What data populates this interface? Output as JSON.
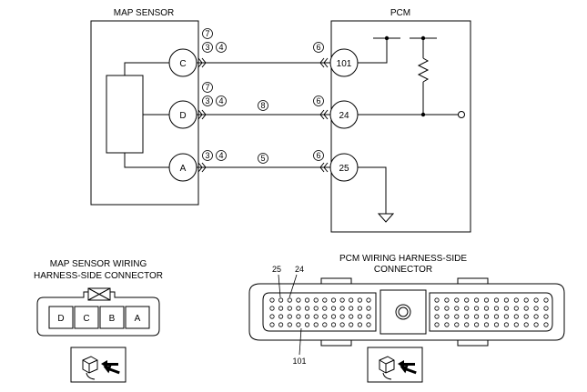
{
  "map_sensor": {
    "title": "MAP SENSOR",
    "pins": [
      "C",
      "D",
      "A"
    ]
  },
  "pcm": {
    "title": "PCM",
    "pins": [
      "101",
      "24",
      "25"
    ]
  },
  "wire_refs": {
    "c_top": "7",
    "c_a": "3",
    "c_b": "4",
    "c_pcm": "6",
    "d_top": "7",
    "d_a": "3",
    "d_b": "4",
    "d_mid": "8",
    "d_pcm": "6",
    "a_a": "3",
    "a_b": "4",
    "a_mid": "5",
    "a_pcm": "6"
  },
  "map_connector": {
    "title_line1": "MAP SENSOR WIRING",
    "title_line2": "HARNESS-SIDE CONNECTOR",
    "terminals": [
      "D",
      "C",
      "B",
      "A"
    ]
  },
  "pcm_connector": {
    "title_line1": "PCM WIRING  HARNESS-SIDE",
    "title_line2": "CONNECTOR",
    "label_25": "25",
    "label_24": "24",
    "label_101": "101"
  },
  "colors": {
    "ink": "#000000",
    "paper": "#ffffff"
  }
}
